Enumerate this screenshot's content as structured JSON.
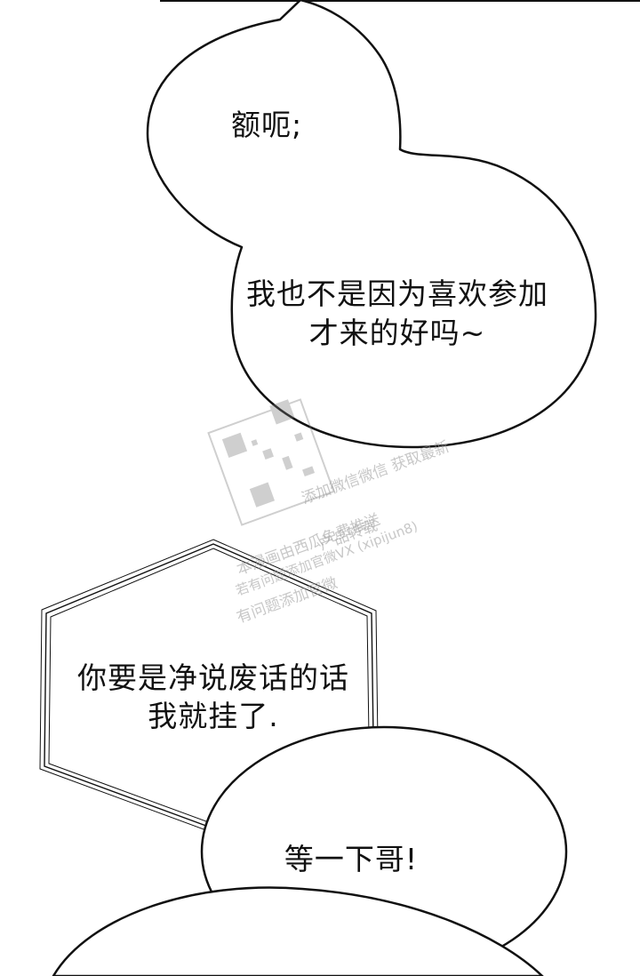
{
  "panel": {
    "bubble1_line1": "额呃;",
    "bubble2_line1": "我也不是因为喜欢参加",
    "bubble2_line2": "才来的好吗~",
    "hexagon_line1": "你要是净说废话的话",
    "hexagon_line2": "我就挂了.",
    "bubble3_line1": "等一下哥!"
  },
  "watermark": {
    "line1": "添加微信微信 获取最新",
    "line2": "本漫画由西瓜免费推送",
    "line3": "若有问题添加官微VX (xipijun8)",
    "line4": "产品转载",
    "line5": "有问题添加官微"
  },
  "colors": {
    "ink": "#111111",
    "paper": "#ffffff",
    "watermark": "#9a9a9a"
  }
}
